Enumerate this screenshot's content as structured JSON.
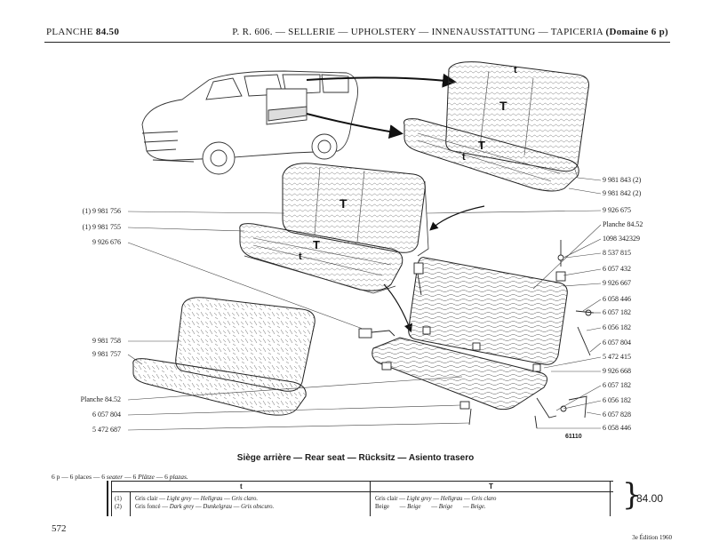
{
  "header": {
    "planche_label": "PLANCHE",
    "planche_num": "84.50",
    "title": "P. R. 606. — SELLERIE — UPHOLSTERY — INNENAUSSTATTUNG — TAPICERIA",
    "domain": "(Domaine 6 p)"
  },
  "labels_left": [
    "(1) 9 981 756",
    "(1) 9 981 755",
    "9 926 676",
    "9 981 758",
    "9 981 757",
    "Planche 84.52",
    "6 057 804",
    "5 472 687"
  ],
  "labels_right": [
    "9 981 843 (2)",
    "9 981 842 (2)",
    "9 926 675",
    "Planche 84.52",
    "1098 342329",
    "8 537 815",
    "6 057 432",
    "9 926 667",
    "6 058 446",
    "6 057 182",
    "6 056 182",
    "6 057 804",
    "5 472 415",
    "9 926 668",
    "6 057 182",
    "6 056 182",
    "6 057 828",
    "6 058 446"
  ],
  "markers": {
    "t": "t",
    "T": "T"
  },
  "figure_number": "61110",
  "caption": "Siège arrière — Rear seat — Rücksitz — Asiento trasero",
  "places_note": {
    "prefix": "6 p — 6 places — 6",
    "seater": "seater",
    "mid": " — 6",
    "platze": "Plätze",
    "dash": " — 6",
    "plazas": "plazas."
  },
  "table": {
    "col_t": "t",
    "col_T": "T",
    "rows": [
      {
        "idx": "(1)",
        "t_fr": "Gris clair",
        "t_en": "Light grey",
        "t_de": "Hellgrau",
        "t_es": "Gris claro.",
        "T_fr": "Gris clair",
        "T_en": "Light grey",
        "T_de": "Hellgrau",
        "T_es": "Gris claro"
      },
      {
        "idx": "(2)",
        "t_fr": "Gris foncé",
        "t_en": "Dark grey",
        "t_de": "Dunkelgrau",
        "t_es": "Gris obscuro.",
        "T_fr": "Beige",
        "T_en": "Beige",
        "T_de": "Beige",
        "T_es": "Beige."
      }
    ]
  },
  "ref_code": "84.00",
  "page_number": "572",
  "edition": "3e Édition 1960"
}
